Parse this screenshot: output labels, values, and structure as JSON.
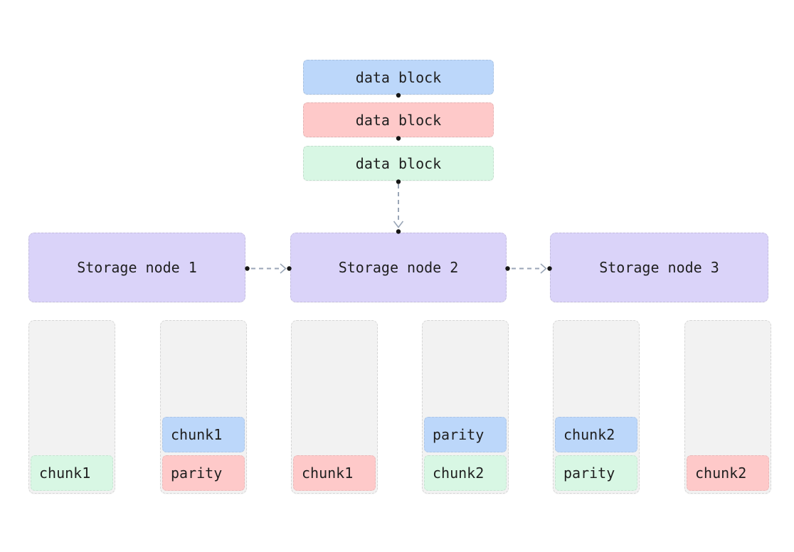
{
  "diagram": {
    "palette": {
      "blue": "#bcd7fa",
      "pink": "#fec9c9",
      "green": "#d8f7e4",
      "purple": "#dad3f9",
      "column_bg": "#f2f2f2",
      "column_border": "#d6d6d6",
      "edge": "#9aa6b7",
      "dot": "#161616",
      "text": "#1f1f1f"
    },
    "data_blocks": [
      {
        "label": "data block",
        "fill": "#bcd7fa"
      },
      {
        "label": "data block",
        "fill": "#fec9c9"
      },
      {
        "label": "data block",
        "fill": "#d8f7e4"
      }
    ],
    "storage_nodes": [
      {
        "label": "Storage node 1",
        "fill": "#dad3f9"
      },
      {
        "label": "Storage node 2",
        "fill": "#dad3f9"
      },
      {
        "label": "Storage node 3",
        "fill": "#dad3f9"
      }
    ],
    "columns": [
      {
        "node": "Storage node 1",
        "chunks": [
          {
            "label": "chunk1",
            "fill": "#d8f7e4"
          }
        ]
      },
      {
        "node": "Storage node 1",
        "chunks": [
          {
            "label": "chunk1",
            "fill": "#bcd7fa"
          },
          {
            "label": "parity",
            "fill": "#fec9c9"
          }
        ]
      },
      {
        "node": "Storage node 2",
        "chunks": [
          {
            "label": "chunk1",
            "fill": "#fec9c9"
          }
        ]
      },
      {
        "node": "Storage node 2",
        "chunks": [
          {
            "label": "parity",
            "fill": "#bcd7fa"
          },
          {
            "label": "chunk2",
            "fill": "#d8f7e4"
          }
        ]
      },
      {
        "node": "Storage node 3",
        "chunks": [
          {
            "label": "chunk2",
            "fill": "#bcd7fa"
          },
          {
            "label": "parity",
            "fill": "#d8f7e4"
          }
        ]
      },
      {
        "node": "Storage node 3",
        "chunks": [
          {
            "label": "chunk2",
            "fill": "#fec9c9"
          }
        ]
      }
    ]
  }
}
